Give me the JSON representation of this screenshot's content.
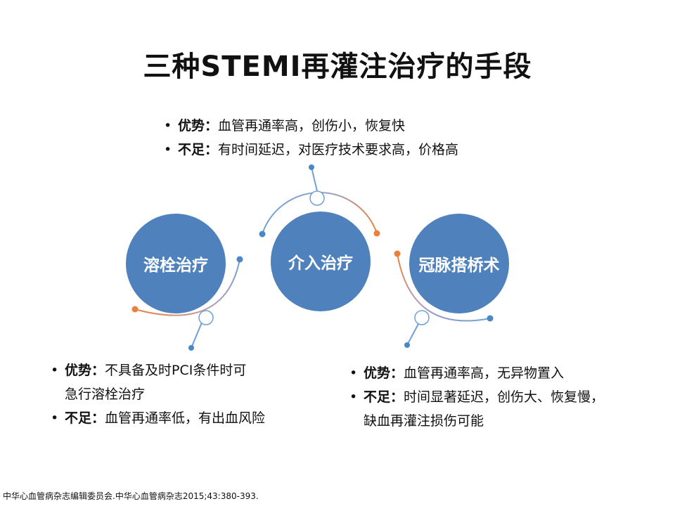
{
  "title": "三种STEMI再灌注治疗的手段",
  "methods": {
    "thrombolysis": "溶栓治疗",
    "pci": "介入治疗",
    "cabg": "冠脉搭桥术"
  },
  "pci_notes": {
    "adv_label": "优势：",
    "adv_text": "血管再通率高，创伤小，恢复快",
    "dis_label": "不足：",
    "dis_text": "有时间延迟，对医疗技术要求高，价格高"
  },
  "thrombolysis_notes": {
    "adv_label": "优势：",
    "adv_text": "不具备及时PCI条件时可",
    "adv_text2": "急行溶栓治疗",
    "dis_label": "不足：",
    "dis_text": "血管再通率低，有出血风险"
  },
  "cabg_notes": {
    "adv_label": "优势：",
    "adv_text": "血管再通率高，无异物置入",
    "dis_label": "不足：",
    "dis_text": "时间显著延迟，创伤大、恢复慢，",
    "dis_text2": "缺血再灌注损伤可能"
  },
  "citation": "中华心血管病杂志编辑委员会.中华心血管病杂志2015;43:380-393.",
  "colors": {
    "circle": "#4f81bd",
    "arc_blue": "#6fa0d6",
    "arc_orange": "#e8823a",
    "dot_blue": "#4a86c8"
  }
}
